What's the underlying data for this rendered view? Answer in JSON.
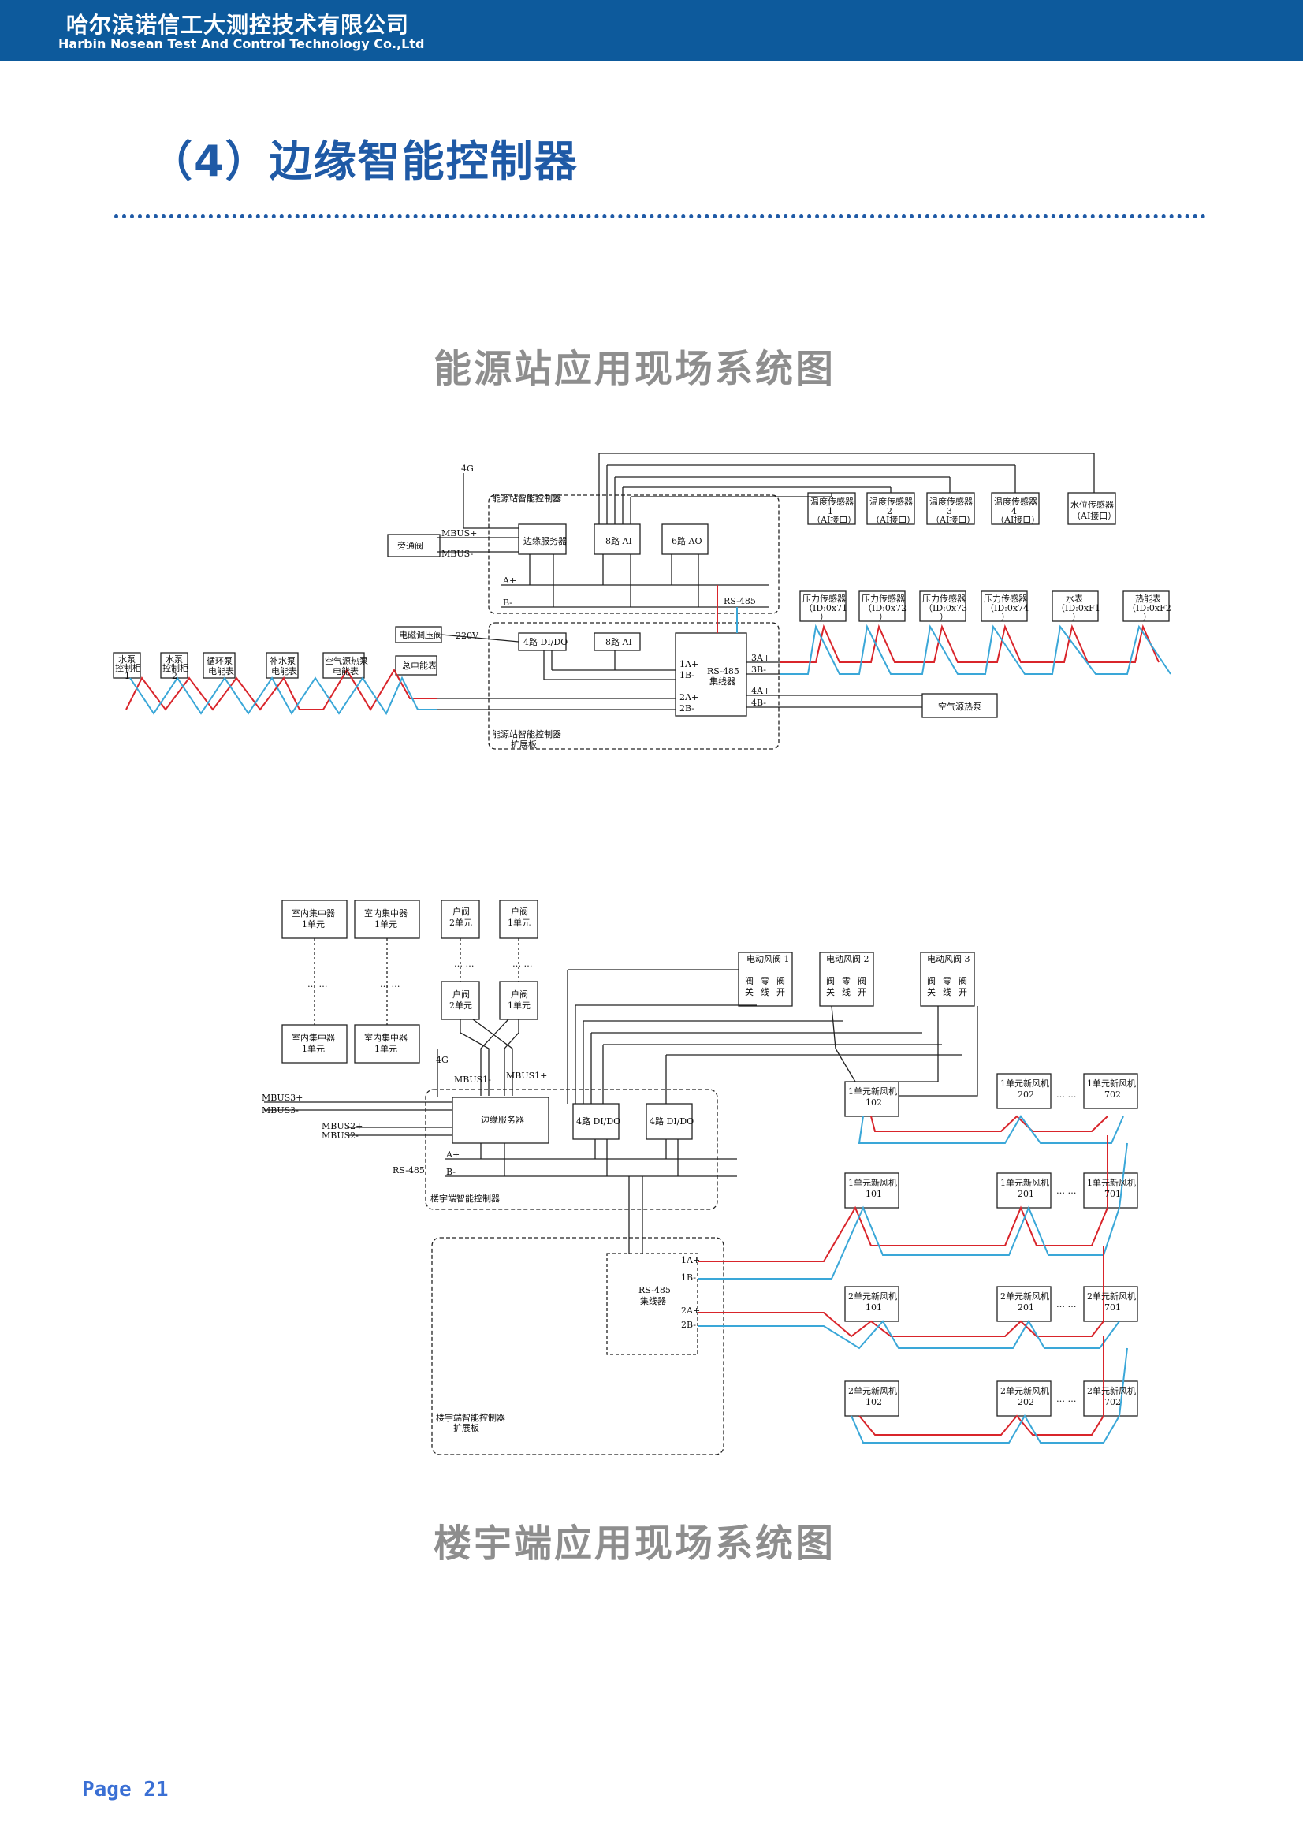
{
  "header": {
    "company_cn": "哈尔滨诺信工大测控技术有限公司",
    "company_en": "Harbin Nosean Test And Control Technology Co.,Ltd"
  },
  "section_title": "（4）边缘智能控制器",
  "diagram1": {
    "title": "能源站应用现场系统图",
    "antenna": "4G",
    "controller_label": "能源站智能控制器",
    "edge_server": "边缘服务器",
    "ai8": "8路 AI",
    "ao6": "6路 AO",
    "bypass": "旁通阀",
    "mbus_plus": "MBUS+",
    "mbus_minus": "MBUS-",
    "a_plus": "A+",
    "b_minus": "B-",
    "rs485": "RS-485",
    "temp_sensors": [
      [
        "温度传感器",
        "1",
        "（AI接口）"
      ],
      [
        "温度传感器",
        "2",
        "（AI接口）"
      ],
      [
        "温度传感器",
        "3",
        "（AI接口）"
      ],
      [
        "温度传感器",
        "4",
        "（AI接口）"
      ]
    ],
    "level_sensor": [
      "水位传感器",
      "（AI接口）"
    ],
    "pressure_sensors": [
      [
        "压力传感器",
        "（ID:0x71",
        "）"
      ],
      [
        "压力传感器",
        "（ID:0x72",
        "）"
      ],
      [
        "压力传感器",
        "（ID:0x73",
        "）"
      ],
      [
        "压力传感器",
        "（ID:0x74",
        "）"
      ]
    ],
    "water_meter": [
      "水表",
      "（ID:0xF1",
      "）"
    ],
    "heat_meter": [
      "热能表",
      "（ID:0xF2",
      "）"
    ],
    "ac_regulator": "电磁调压阀",
    "v220": "220V",
    "dido4": "4路 DI/DO",
    "ai8b": "8路 AI",
    "hub": [
      "RS-485",
      "集线器"
    ],
    "hub_ports_left": [
      "1A+",
      "1B-",
      "2A+",
      "2B-"
    ],
    "hub_ports_right": [
      "3A+",
      "3B-",
      "4A+",
      "4B-"
    ],
    "ext_label": [
      "能源站智能控制器",
      "扩展板"
    ],
    "heat_pump": "空气源热泵",
    "left_devices": [
      [
        "水泵",
        "控制柜",
        "1"
      ],
      [
        "水泵",
        "控制柜",
        "2"
      ],
      [
        "循环泵",
        "电能表"
      ],
      [
        "补水泵",
        "电能表"
      ],
      [
        "空气源热泵",
        "电能表"
      ],
      [
        "总电能表"
      ]
    ]
  },
  "diagram2": {
    "title": "楼宇端应用现场系统图",
    "concentrators_top": [
      [
        "室内集中器",
        "1单元"
      ],
      [
        "室内集中器",
        "1单元"
      ]
    ],
    "concentrators_bottom": [
      [
        "室内集中器",
        "1单元"
      ],
      [
        "室内集中器",
        "1单元"
      ]
    ],
    "valves_top": [
      [
        "户阀",
        "2单元"
      ],
      [
        "户阀",
        "1单元"
      ]
    ],
    "valves_bottom": [
      [
        "户阀",
        "2单元"
      ],
      [
        "户阀",
        "1单元"
      ]
    ],
    "ellipsis": "… …",
    "antenna": "4G",
    "mbus1_minus": "MBUS1-",
    "mbus1_plus": "MBUS1+",
    "mbus3_plus": "MBUS3+",
    "mbus3_minus": "MBUS3-",
    "mbus2_plus": "MBUS2+",
    "mbus2_minus": "MBUS2-",
    "rs485": "RS-485",
    "a_plus": "A+",
    "b_minus": "B-",
    "edge_server": "边缘服务器",
    "dido_a": "4路 DI/DO",
    "dido_b": "4路 DI/DO",
    "controller_label": "楼宇端智能控制器",
    "dampers": [
      "电动风阀 1",
      "电动风阀 2",
      "电动风阀 3"
    ],
    "damper_ports": [
      [
        "阀",
        "关"
      ],
      [
        "零",
        "线"
      ],
      [
        "阀",
        "开"
      ]
    ],
    "hub": [
      "RS-485",
      "集线器"
    ],
    "hub_ports": [
      "1A+",
      "1B-",
      "2A+",
      "2B-"
    ],
    "ext_label": [
      "楼宇端智能控制器",
      "扩展板"
    ],
    "fan_rows": [
      [
        [
          "1单元新风机",
          "102"
        ],
        [
          "1单元新风机",
          "202"
        ],
        [
          "1单元新风机",
          "702"
        ]
      ],
      [
        [
          "1单元新风机",
          "101"
        ],
        [
          "1单元新风机",
          "201"
        ],
        [
          "1单元新风机",
          "701"
        ]
      ],
      [
        [
          "2单元新风机",
          "101"
        ],
        [
          "2单元新风机",
          "201"
        ],
        [
          "2单元新风机",
          "701"
        ]
      ],
      [
        [
          "2单元新风机",
          "102"
        ],
        [
          "2单元新风机",
          "202"
        ],
        [
          "2单元新风机",
          "702"
        ]
      ]
    ],
    "dots": "… …"
  },
  "page": "Page 21",
  "colors": {
    "header": "#0d5a9c",
    "title": "#1f5aa6",
    "red_wire": "#d9252b",
    "blue_wire": "#3aa7d8"
  }
}
